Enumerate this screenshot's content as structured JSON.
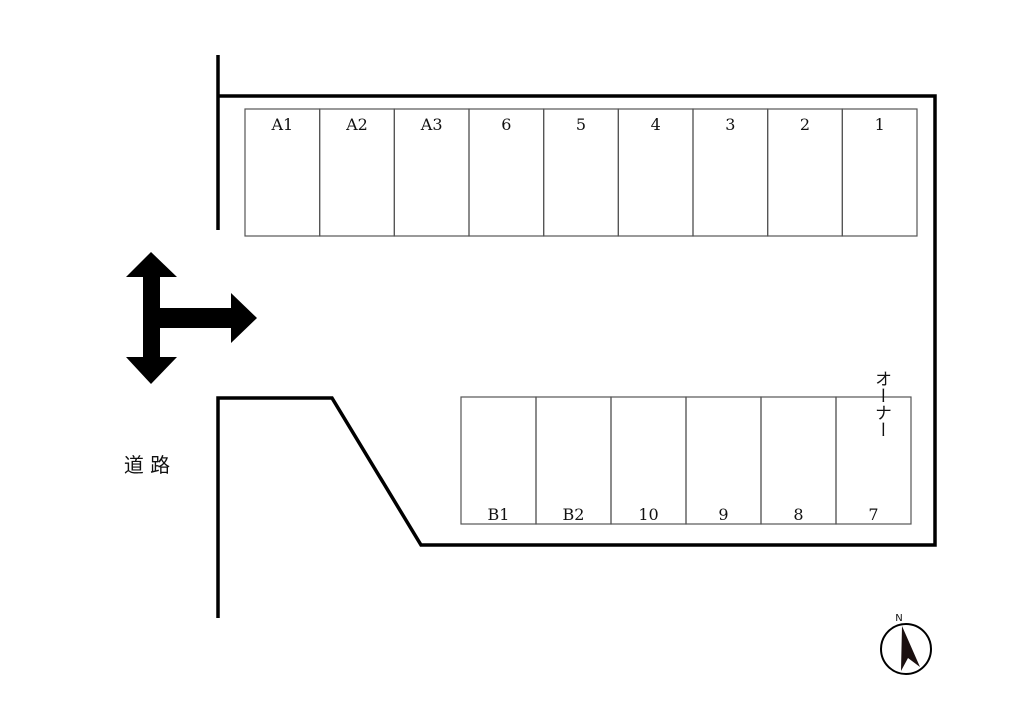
{
  "top_row": [
    "A1",
    "A2",
    "A3",
    "6",
    "5",
    "4",
    "3",
    "2",
    "1"
  ],
  "bottom_row": [
    "B1",
    "B2",
    "10",
    "9",
    "8",
    "7"
  ],
  "owner_label": "オーナー",
  "road_label": "道 路",
  "compass_label": "N",
  "colors": {
    "line": "#000000",
    "space_border": "#555555"
  }
}
